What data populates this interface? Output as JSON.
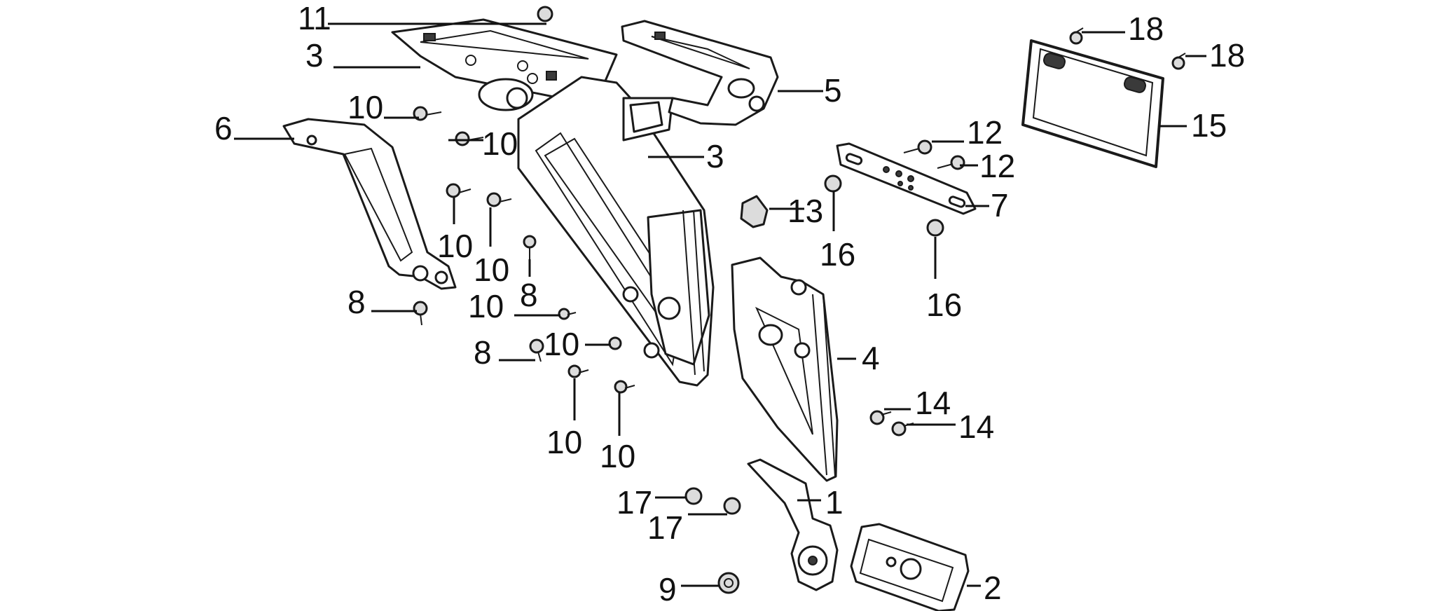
{
  "callouts": [
    {
      "id": "c1",
      "text": "11"
    },
    {
      "id": "c2",
      "text": "3"
    },
    {
      "id": "c3",
      "text": "5"
    },
    {
      "id": "c4",
      "text": "10"
    },
    {
      "id": "c5",
      "text": "6"
    },
    {
      "id": "c6",
      "text": "10"
    },
    {
      "id": "c7",
      "text": "3"
    },
    {
      "id": "c8",
      "text": "12"
    },
    {
      "id": "c9",
      "text": "12"
    },
    {
      "id": "c10",
      "text": "13"
    },
    {
      "id": "c11",
      "text": "7"
    },
    {
      "id": "c12",
      "text": "16"
    },
    {
      "id": "c13",
      "text": "10"
    },
    {
      "id": "c14",
      "text": "10"
    },
    {
      "id": "c15",
      "text": "8"
    },
    {
      "id": "c16",
      "text": "8"
    },
    {
      "id": "c17",
      "text": "16"
    },
    {
      "id": "c18",
      "text": "10"
    },
    {
      "id": "c19",
      "text": "10"
    },
    {
      "id": "c20",
      "text": "8"
    },
    {
      "id": "c21",
      "text": "4"
    },
    {
      "id": "c22",
      "text": "14"
    },
    {
      "id": "c23",
      "text": "14"
    },
    {
      "id": "c24",
      "text": "10"
    },
    {
      "id": "c25",
      "text": "10"
    },
    {
      "id": "c26",
      "text": "17"
    },
    {
      "id": "c27",
      "text": "1"
    },
    {
      "id": "c28",
      "text": "17"
    },
    {
      "id": "c29",
      "text": "9"
    },
    {
      "id": "c30",
      "text": "2"
    },
    {
      "id": "c31",
      "text": "18"
    },
    {
      "id": "c32",
      "text": "18"
    },
    {
      "id": "c33",
      "text": "15"
    }
  ]
}
